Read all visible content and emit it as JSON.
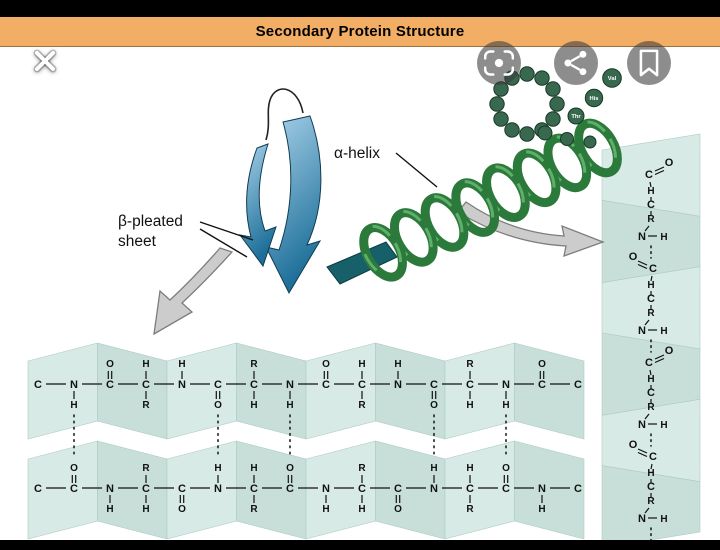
{
  "header": {
    "title": "Secondary Protein Structure"
  },
  "viewer": {
    "close_label": "close",
    "actions": [
      {
        "name": "lens-icon",
        "label": "search with lens"
      },
      {
        "name": "share-icon",
        "label": "share"
      },
      {
        "name": "bookmark-icon",
        "label": "save"
      }
    ]
  },
  "figure": {
    "alpha_label": "α-helix",
    "beta_label_line1": "β-pleated",
    "beta_label_line2": "sheet",
    "beads": [
      "Thr",
      "His",
      "Val"
    ],
    "atoms": {
      "C": "C",
      "N": "N",
      "H": "H",
      "O": "O",
      "R": "R"
    },
    "sheet_row1": [
      {
        "l": "C"
      },
      {
        "l": "N",
        "b": "H",
        "hb": 1
      },
      {
        "l": "C",
        "a": "O",
        "ad": 1
      },
      {
        "l": "C",
        "a": "H",
        "b": "R"
      },
      {
        "l": "N",
        "a": "H"
      },
      {
        "l": "C",
        "b": "O",
        "bd": 1,
        "hb": 1
      },
      {
        "l": "C",
        "a": "R",
        "b": "H"
      },
      {
        "l": "N",
        "b": "H",
        "hb": 1
      },
      {
        "l": "C",
        "a": "O",
        "ad": 1
      },
      {
        "l": "C",
        "a": "H",
        "b": "R"
      },
      {
        "l": "N",
        "a": "H"
      },
      {
        "l": "C",
        "b": "O",
        "bd": 1,
        "hb": 1
      },
      {
        "l": "C",
        "a": "R",
        "b": "H"
      },
      {
        "l": "N",
        "b": "H",
        "hb": 1
      },
      {
        "l": "C",
        "a": "O",
        "ad": 1
      },
      {
        "l": "C"
      }
    ],
    "sheet_row2": [
      {
        "l": "C"
      },
      {
        "l": "C",
        "a": "O",
        "ad": 1
      },
      {
        "l": "N",
        "b": "H"
      },
      {
        "l": "C",
        "a": "R",
        "b": "H"
      },
      {
        "l": "C",
        "b": "O",
        "bd": 1
      },
      {
        "l": "N",
        "a": "H"
      },
      {
        "l": "C",
        "a": "H",
        "b": "R"
      },
      {
        "l": "C",
        "a": "O",
        "ad": 1
      },
      {
        "l": "N",
        "b": "H"
      },
      {
        "l": "C",
        "a": "R",
        "b": "H"
      },
      {
        "l": "C",
        "b": "O",
        "bd": 1
      },
      {
        "l": "N",
        "a": "H"
      },
      {
        "l": "C",
        "a": "H",
        "b": "R"
      },
      {
        "l": "C",
        "a": "O",
        "ad": 1
      },
      {
        "l": "N",
        "b": "H"
      },
      {
        "l": "C"
      }
    ],
    "strip_units": [
      {
        "flip": false
      },
      {
        "flip": true
      },
      {
        "flip": false
      },
      {
        "flip": true
      }
    ]
  },
  "colors": {
    "header_bg": "#f2ae65",
    "band_light": "#d8eae5",
    "band_dark": "#c7dfd8",
    "helix_green": "#2b7a3b",
    "helix_light": "#5fae69",
    "bead_green": "#38684e",
    "ribbon_light": "#a9d2ea",
    "ribbon_dark": "#1d6f99",
    "teal_dark": "#176069",
    "arrow_gray": "#cccccc",
    "ink": "#111111"
  }
}
